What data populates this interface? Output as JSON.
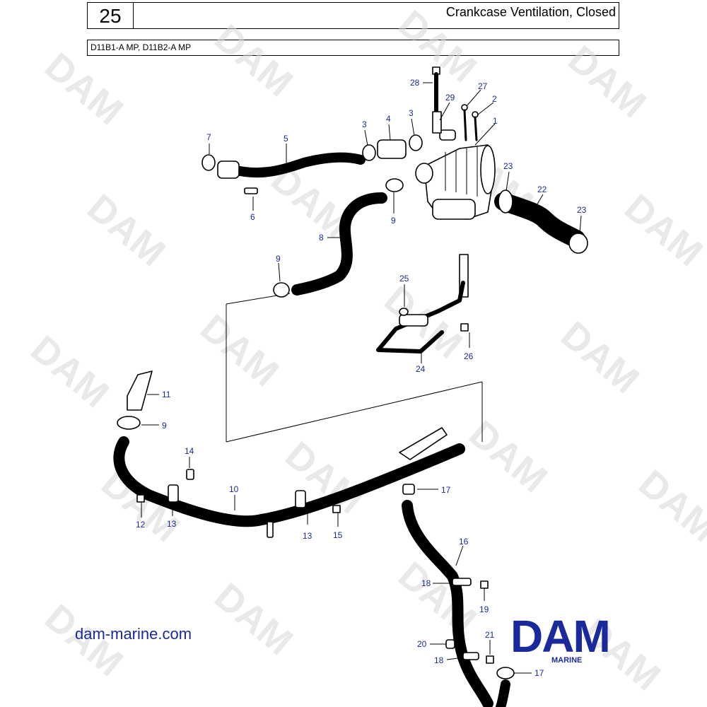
{
  "header": {
    "section_number": "25",
    "title": "Crankcase Ventilation, Closed",
    "models": "D11B1-A MP, D11B2-A MP"
  },
  "footer": {
    "website": "dam-marine.com",
    "logo_text": "DAM",
    "logo_subtext": "MARINE"
  },
  "watermark": "DAM",
  "colors": {
    "callout": "#1a2a9c",
    "logo": "#1a2a9c",
    "watermark": "#d8d8d8"
  },
  "callouts": [
    "1",
    "2",
    "3",
    "3",
    "4",
    "5",
    "6",
    "7",
    "8",
    "9",
    "9",
    "9",
    "10",
    "11",
    "12",
    "13",
    "13",
    "14",
    "15",
    "16",
    "17",
    "17",
    "18",
    "18",
    "19",
    "20",
    "21",
    "22",
    "23",
    "23",
    "24",
    "25",
    "26",
    "27",
    "28",
    "29"
  ]
}
